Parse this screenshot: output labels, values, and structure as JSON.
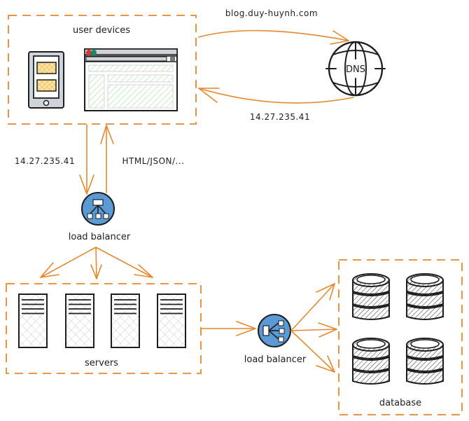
{
  "diagram": {
    "title": "",
    "groups": {
      "user_devices": {
        "label": "user devices"
      },
      "servers": {
        "label": "servers",
        "count": 4
      },
      "database": {
        "label": "database",
        "count": 4
      }
    },
    "nodes": {
      "dns": {
        "label": "DNS",
        "icon": "globe-icon"
      },
      "lb_top": {
        "label": "load balancer",
        "icon": "load-balancer-icon"
      },
      "lb_bottom": {
        "label": "load balancer",
        "icon": "load-balancer-icon"
      },
      "tablet": {
        "icon": "tablet-icon"
      },
      "browser": {
        "icon": "browser-window-icon"
      }
    },
    "edges": {
      "devices_to_dns": {
        "label": "blog.duy-huynh.com"
      },
      "dns_to_devices": {
        "label": "14.27.235.41"
      },
      "devices_to_lb": {
        "label": "14.27.235.41"
      },
      "lb_to_devices": {
        "label": "HTML/JSON/..."
      }
    },
    "colors": {
      "accent_orange": "#e8872b",
      "lb_blue": "#5b9bd5",
      "ink": "#1e1e1e",
      "tablet_fill": "#f5c45a",
      "browser_fill": "#b7e4b0",
      "hatch_gray": "#c8ccd4"
    }
  }
}
